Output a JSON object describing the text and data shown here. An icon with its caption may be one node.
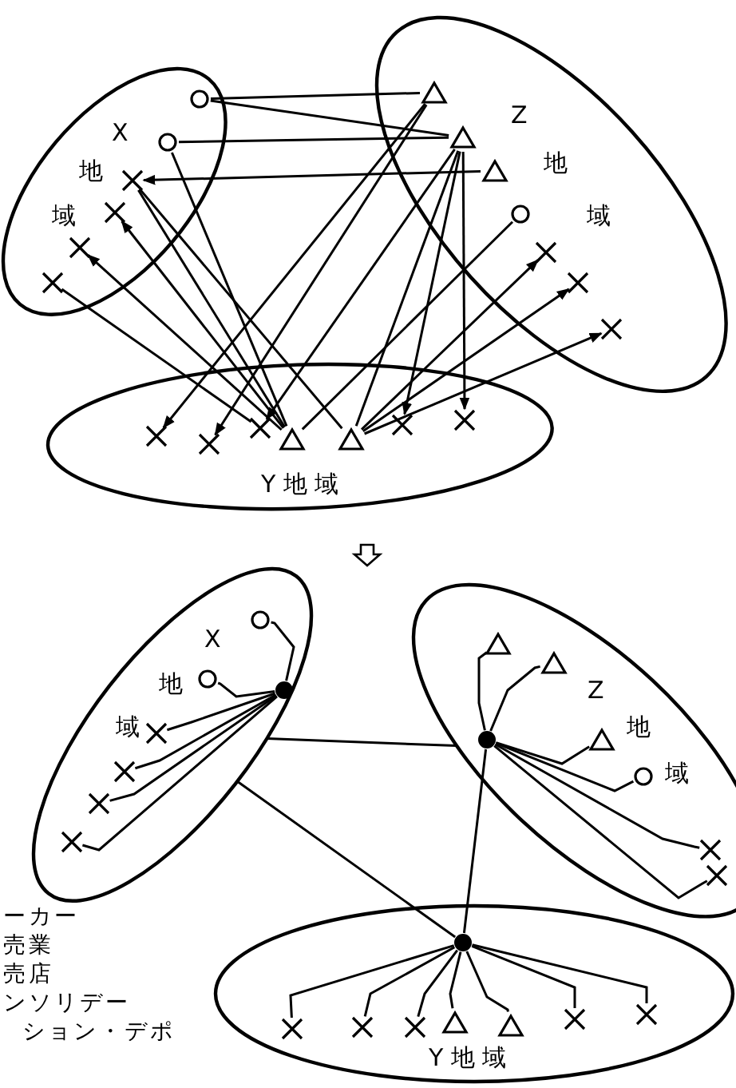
{
  "diagram": {
    "nodes": [
      {
        "text": [
          "X",
          "地",
          "域"
        ]
      },
      {
        "text": [],
        "shape": "circle",
        "in": 0
      },
      {
        "text": [],
        "shape": "circle",
        "in": 0
      },
      {
        "text": [],
        "shape": "cross",
        "in": 0
      },
      {
        "text": [],
        "shape": "cross",
        "in": 0
      },
      {
        "text": [],
        "shape": "cross",
        "in": 0
      },
      {
        "text": [],
        "shape": "cross",
        "in": 0
      },
      {
        "text": [
          "Z",
          "地",
          "域"
        ]
      },
      {
        "text": [],
        "shape": "triangle",
        "in": 7
      },
      {
        "text": [],
        "shape": "triangle",
        "in": 7
      },
      {
        "text": [],
        "shape": "triangle",
        "in": 7
      },
      {
        "text": [],
        "shape": "circle",
        "in": 7
      },
      {
        "text": [],
        "shape": "cross",
        "in": 7
      },
      {
        "text": [],
        "shape": "cross",
        "in": 7
      },
      {
        "text": [],
        "shape": "cross",
        "in": 7
      },
      {
        "text": [
          "Y 地 域"
        ]
      },
      {
        "text": [],
        "shape": "cross",
        "in": 15
      },
      {
        "text": [],
        "shape": "cross",
        "in": 15
      },
      {
        "text": [],
        "shape": "cross",
        "in": 15
      },
      {
        "text": [],
        "shape": "triangle",
        "in": 15
      },
      {
        "text": [],
        "shape": "triangle",
        "in": 15
      },
      {
        "text": [],
        "shape": "cross",
        "in": 15
      },
      {
        "text": [],
        "shape": "cross",
        "in": 15
      },
      {
        "text": [
          "X",
          "地",
          "域"
        ]
      },
      {
        "text": [],
        "shape": "circle",
        "in": 23
      },
      {
        "text": [],
        "shape": "circle",
        "in": 23
      },
      {
        "text": [],
        "shape": "dot",
        "in": 23
      },
      {
        "text": [],
        "shape": "cross",
        "in": 23
      },
      {
        "text": [],
        "shape": "cross",
        "in": 23
      },
      {
        "text": [],
        "shape": "cross",
        "in": 23
      },
      {
        "text": [],
        "shape": "cross",
        "in": 23
      },
      {
        "text": [
          "Z",
          "地",
          "域"
        ]
      },
      {
        "text": [],
        "shape": "triangle",
        "in": 31
      },
      {
        "text": [],
        "shape": "triangle",
        "in": 31
      },
      {
        "text": [],
        "shape": "triangle",
        "in": 31
      },
      {
        "text": [],
        "shape": "circle",
        "in": 31
      },
      {
        "text": [],
        "shape": "cross",
        "in": 31
      },
      {
        "text": [],
        "shape": "cross",
        "in": 31
      },
      {
        "text": [],
        "shape": "dot",
        "in": 31
      },
      {
        "text": [
          "Y 地 域"
        ]
      },
      {
        "text": [],
        "shape": "cross",
        "in": 39
      },
      {
        "text": [],
        "shape": "cross",
        "in": 39
      },
      {
        "text": [],
        "shape": "cross",
        "in": 39
      },
      {
        "text": [],
        "shape": "triangle",
        "in": 39
      },
      {
        "text": [],
        "shape": "triangle",
        "in": 39
      },
      {
        "text": [],
        "shape": "cross",
        "in": 39
      },
      {
        "text": [],
        "shape": "cross",
        "in": 39
      },
      {
        "text": [],
        "shape": "dot",
        "in": 39
      }
    ],
    "edges": [
      {
        "from": 1,
        "to": 8,
        "arrow": "none"
      },
      {
        "from": 1,
        "to": 9,
        "arrow": "none"
      },
      {
        "from": 2,
        "to": 9,
        "arrow": "none"
      },
      {
        "from": 10,
        "to": 3,
        "arrow": "to"
      },
      {
        "from": 2,
        "to": 19,
        "arrow": "none"
      },
      {
        "from": 3,
        "to": 19,
        "arrow": "none"
      },
      {
        "from": 3,
        "to": 20,
        "arrow": "none"
      },
      {
        "from": 19,
        "to": 4,
        "arrow": "to"
      },
      {
        "from": 19,
        "to": 5,
        "arrow": "to"
      },
      {
        "from": 6,
        "to": 18,
        "arrow": "none"
      },
      {
        "from": 8,
        "to": 16,
        "arrow": "to"
      },
      {
        "from": 8,
        "to": 17,
        "arrow": "to"
      },
      {
        "from": 9,
        "to": 18,
        "arrow": "to"
      },
      {
        "from": 11,
        "to": 19,
        "arrow": "none"
      },
      {
        "from": 9,
        "to": 21,
        "arrow": "to"
      },
      {
        "from": 9,
        "to": 22,
        "arrow": "to"
      },
      {
        "from": 9,
        "to": 20,
        "arrow": "none"
      },
      {
        "from": 20,
        "to": 12,
        "arrow": "to"
      },
      {
        "from": 20,
        "to": 13,
        "arrow": "to"
      },
      {
        "from": 20,
        "to": 14,
        "arrow": "to"
      },
      {
        "from": 26,
        "to": 24,
        "arrow": "none"
      },
      {
        "from": 26,
        "to": 25,
        "arrow": "none"
      },
      {
        "from": 26,
        "to": 27,
        "arrow": "none"
      },
      {
        "from": 26,
        "to": 28,
        "arrow": "none"
      },
      {
        "from": 26,
        "to": 29,
        "arrow": "none"
      },
      {
        "from": 26,
        "to": 30,
        "arrow": "none"
      },
      {
        "from": 38,
        "to": 32,
        "arrow": "none"
      },
      {
        "from": 38,
        "to": 33,
        "arrow": "none"
      },
      {
        "from": 38,
        "to": 34,
        "arrow": "none"
      },
      {
        "from": 38,
        "to": 35,
        "arrow": "none"
      },
      {
        "from": 38,
        "to": 36,
        "arrow": "none"
      },
      {
        "from": 38,
        "to": 37,
        "arrow": "none"
      },
      {
        "from": 47,
        "to": 40,
        "arrow": "none"
      },
      {
        "from": 47,
        "to": 41,
        "arrow": "none"
      },
      {
        "from": 47,
        "to": 42,
        "arrow": "none"
      },
      {
        "from": 47,
        "to": 43,
        "arrow": "none"
      },
      {
        "from": 47,
        "to": 44,
        "arrow": "none"
      },
      {
        "from": 47,
        "to": 45,
        "arrow": "none"
      },
      {
        "from": 47,
        "to": 46,
        "arrow": "none"
      },
      {
        "from": 23,
        "to": 31,
        "arrow": "none"
      },
      {
        "from": 23,
        "to": 47,
        "arrow": "none"
      },
      {
        "from": 38,
        "to": 47,
        "arrow": "none"
      }
    ],
    "labels": [
      "ーカー",
      "売業",
      "売店",
      "ンソリデー",
      "ション・デポ"
    ]
  }
}
